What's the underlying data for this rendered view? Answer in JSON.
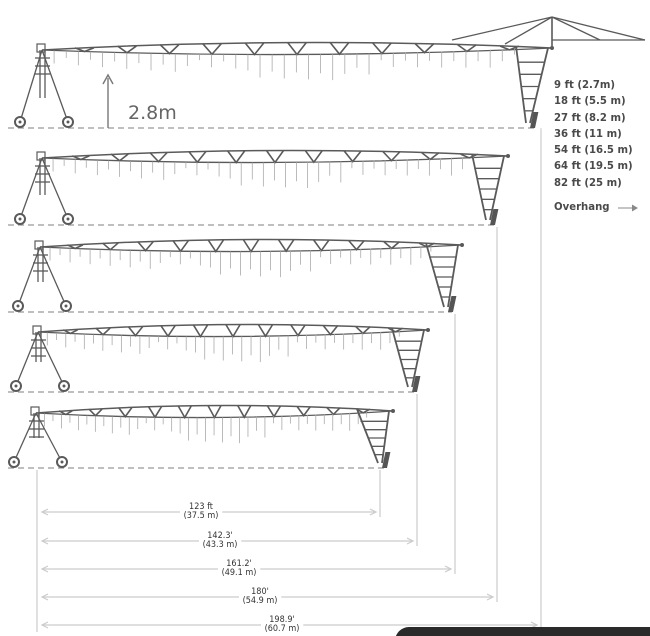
{
  "height_label": "2.8m",
  "span_options": [
    "9 ft (2.7m)",
    "18 ft (5.5 m)",
    "27 ft (8.2 m)",
    "36 ft (11 m)",
    "54 ft (16.5 m)",
    "64 ft (19.5 m)",
    "82 ft (25 m)"
  ],
  "overhang_label": "Overhang",
  "dimensions": [
    {
      "ft": "123 ft",
      "m": "(37.5 m)"
    },
    {
      "ft": "142.3'",
      "m": "(43.3 m)"
    },
    {
      "ft": "161.2'",
      "m": "(49.1 m)"
    },
    {
      "ft": "180'",
      "m": "(54.9 m)"
    },
    {
      "ft": "198.9'",
      "m": "(60.7 m)"
    }
  ],
  "colors": {
    "structure": "#5a5a5a",
    "dimension_line": "#cccccc",
    "text": "#4a4a4a"
  }
}
